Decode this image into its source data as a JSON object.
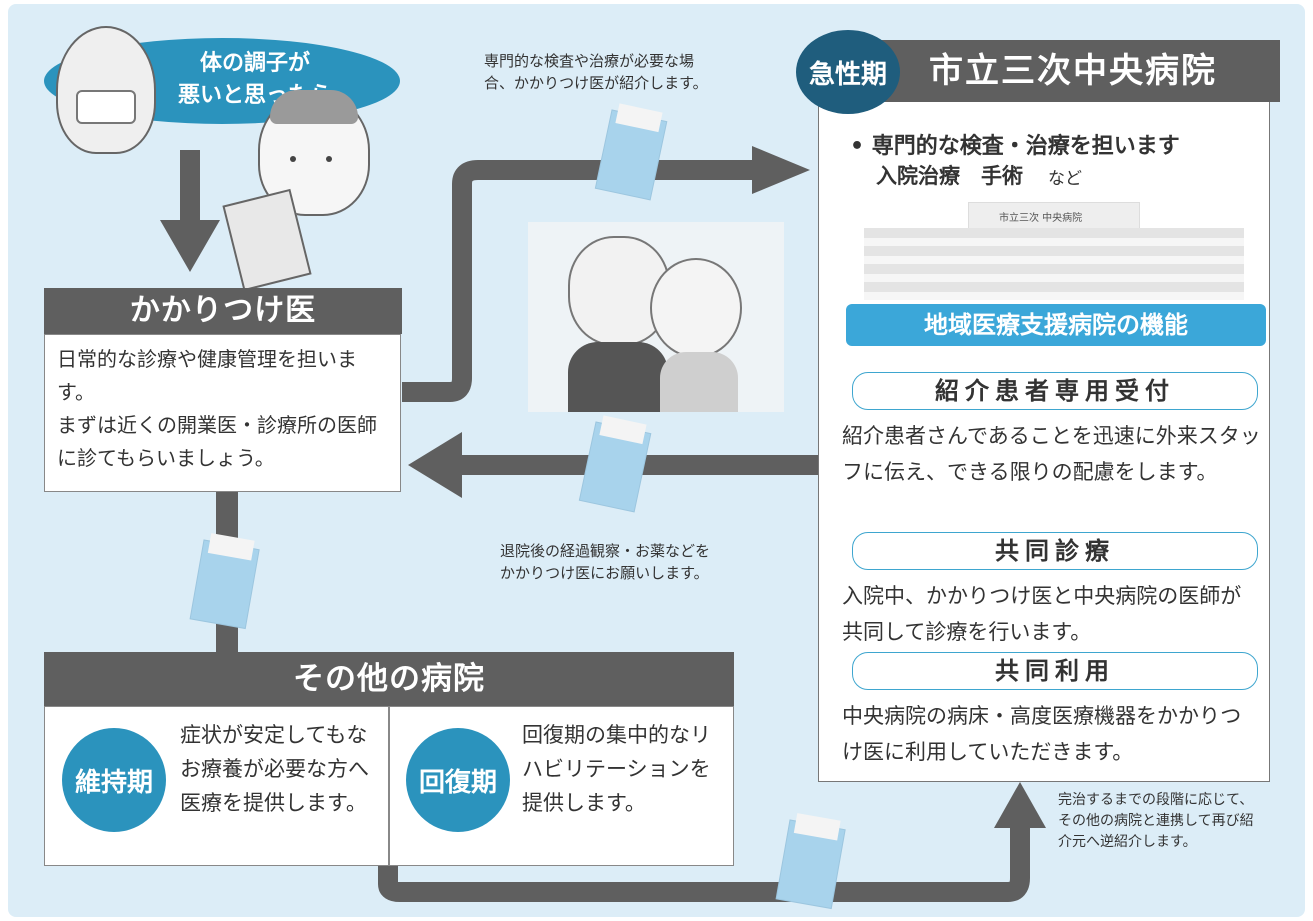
{
  "patient_bubble": "体の調子が\n悪いと思ったら",
  "family_doctor": {
    "title": "かかりつけ医",
    "text": "日常的な診療や健康管理を担います。\nまずは近くの開業医・診療所の医師に診てもらいましょう。"
  },
  "note_referral": "専門的な検査や治療が必要な場合、かかりつけ医が紹介します。",
  "note_return": "退院後の経過観察・お薬などをかかりつけ医にお願いします。",
  "note_reverse": "完治するまでの段階に応じて、その他の病院と連携して再び紹介元へ逆紹介します。",
  "central": {
    "badge": "急性期",
    "title": "市立三次中央病院",
    "bullet_main": "• 専門的な検査・治療を担います",
    "bullet_sub": "入院治療　手術",
    "bullet_sub_small": "など",
    "building_sign": "市立三次 中央病院",
    "function_label": "地域医療支援病院の機能",
    "functions": [
      {
        "title": "紹介患者専用受付",
        "text": "紹介患者さんであることを迅速に外来スタッフに伝え、できる限りの配慮をします。"
      },
      {
        "title": "共同診療",
        "text": "入院中、かかりつけ医と中央病院の医師が共同して診療を行います。"
      },
      {
        "title": "共同利用",
        "text": "中央病院の病床・高度医療機器をかかりつけ医に利用していただきます。"
      }
    ]
  },
  "other": {
    "title": "その他の病院",
    "maintenance": {
      "badge": "維持期",
      "text": "症状が安定してもなお療養が必要な方へ医療を提供します。"
    },
    "recovery": {
      "badge": "回復期",
      "text": "回復期の集中的なリハビリテーションを提供します。"
    }
  },
  "colors": {
    "panel": "#dcedf7",
    "arrow": "#5f5f5f",
    "accent": "#2b93bd",
    "header": "#5f5f5f"
  }
}
